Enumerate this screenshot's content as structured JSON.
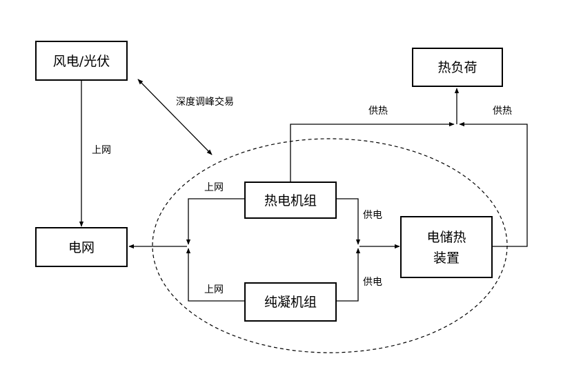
{
  "nodes": {
    "wind_solar": "风电/光伏",
    "grid": "电网",
    "heat_load": "热负荷",
    "chp_unit": "热电机组",
    "condensing_unit": "纯凝机组",
    "heat_storage_line1": "电储热",
    "heat_storage_line2": "装置"
  },
  "labels": {
    "deep_peak_trading": "深度调峰交易",
    "grid_feed_wind": "上网",
    "grid_feed_chp": "上网",
    "grid_feed_cond": "上网",
    "power_supply_chp": "供电",
    "power_supply_cond": "供电",
    "heat_supply_left": "供热",
    "heat_supply_right": "供热"
  },
  "colors": {
    "stroke": "#000000",
    "background": "#ffffff"
  }
}
